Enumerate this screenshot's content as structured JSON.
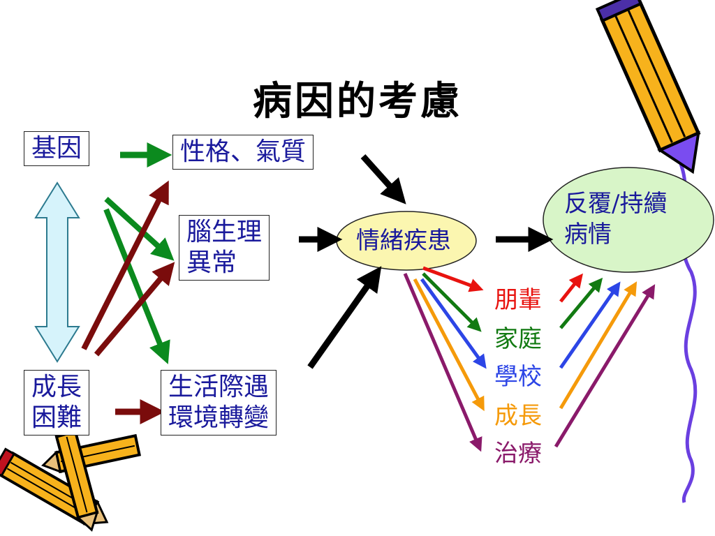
{
  "title": "病因的考慮",
  "nodes": {
    "gene": "基因",
    "temperament": "性格、氣質",
    "brain_line1": "腦生理",
    "brain_line2": "異常",
    "growth_line1": "成長",
    "growth_line2": "困難",
    "life_line1": "生活際遇",
    "life_line2": "環境轉變",
    "emotion": "情緒疾患",
    "outcome_line1": "反覆/持續",
    "outcome_line2": "病情"
  },
  "factors": [
    {
      "label": "朋輩",
      "color": "#e8130f"
    },
    {
      "label": "家庭",
      "color": "#127a12"
    },
    {
      "label": "學校",
      "color": "#2c45e6"
    },
    {
      "label": "成長",
      "color": "#f59a0a"
    },
    {
      "label": "治療",
      "color": "#8a1a6a"
    }
  ],
  "colors": {
    "node_text": "#1a1a9c",
    "oval_fill": "#fbf6b0",
    "outcome_fill": "#d8f5c8",
    "gene_arrow": "#0b8a1e",
    "growth_arrow": "#7a0c0c",
    "flow_arrow": "#000000",
    "double_arrow_fill": "#d6f3fb",
    "double_arrow_stroke": "#2c7a8f"
  }
}
